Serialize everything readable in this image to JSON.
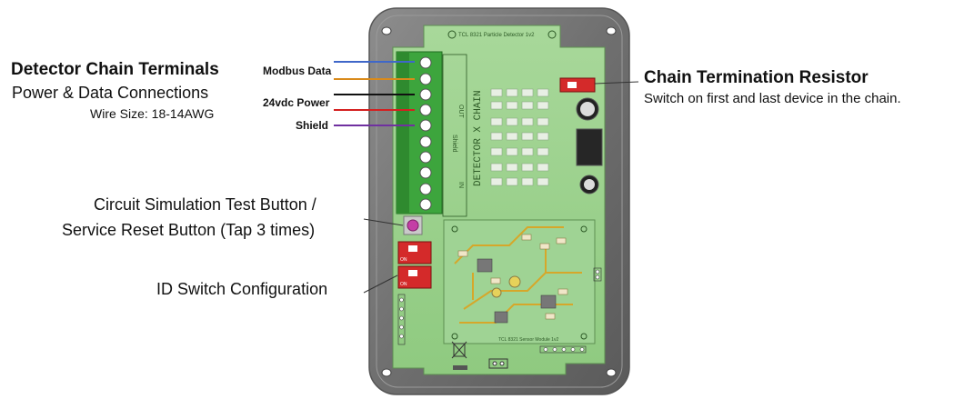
{
  "left_block": {
    "title": "Detector Chain Terminals",
    "subtitle": "Power & Data Connections",
    "wire_size": "Wire Size: 18-14AWG"
  },
  "wires": [
    {
      "label": "Modbus Data",
      "colors": [
        "#3f67c9",
        "#d98a1a"
      ]
    },
    {
      "label": "24vdc Power",
      "colors": [
        "#111111",
        "#d42020"
      ]
    },
    {
      "label": "Shield",
      "colors": [
        "#7030a0"
      ]
    }
  ],
  "callouts": {
    "test_button_line1": "Circuit Simulation Test Button /",
    "test_button_line2": "Service Reset Button (Tap 3 times)",
    "id_switch": "ID Switch Configuration"
  },
  "right_block": {
    "title": "Chain Termination Resistor",
    "subtitle": "Switch on first and last device in the chain."
  },
  "board": {
    "top_label": "TCL 8321 Particle Detector 1v2",
    "chain_label": "DETECTOR X CHAIN",
    "module_label": "TCL 8321 Sensor Module 1v2",
    "out_label": "OUT",
    "in_label": "IN",
    "shield_label": "Shield",
    "on_label": "ON"
  }
}
